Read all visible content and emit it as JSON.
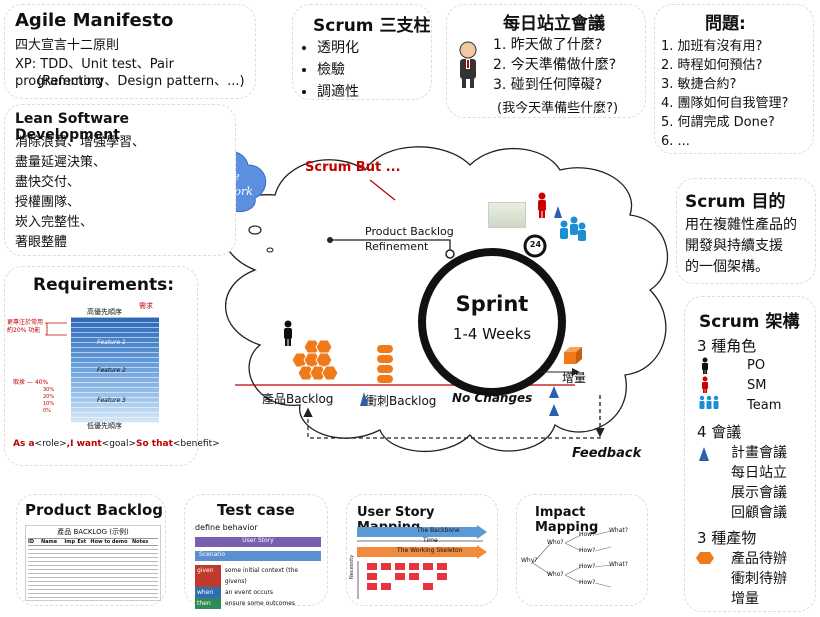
{
  "agile": {
    "title": "Agile Manifesto",
    "line1": "四大宣言十二原則",
    "line2": "XP: TDD、Unit test、Pair programming",
    "line3": "(Refectory、Design pattern、...)"
  },
  "pillars": {
    "title": "Scrum 三支柱",
    "items": [
      "透明化",
      "檢驗",
      "調適性"
    ]
  },
  "standup": {
    "title": "每日站立會議",
    "items": [
      "1. 昨天做了什麼?",
      "2. 今天準備做什麼?",
      "3. 碰到任何障礙?"
    ],
    "note": "(我今天準備些什麼?)"
  },
  "questions": {
    "title": "問題:",
    "items": [
      "1. 加班有沒有用?",
      "2. 時程如何預估?",
      "3. 敏捷合約?",
      "4. 團隊如何自我管理?",
      "5. 何謂完成 Done?",
      "6. ..."
    ]
  },
  "lean": {
    "title": "Lean Software Development",
    "items": [
      "消除浪費、增強學習、",
      "盡量延遲決策、",
      "盡快交付、",
      "授權團隊、",
      "崁入完整性、",
      "著眼整體"
    ]
  },
  "enterprise": {
    "line1": "Enterprise",
    "line2": "Social Network"
  },
  "requirements": {
    "title": "Requirements:",
    "chart_top": "高優先順序",
    "chart_bottom": "低優先順序",
    "demand": "需求",
    "note1": "更專注於常用",
    "note2": "約20% 功能",
    "note3": "取捨 — 40%",
    "pct": [
      "30%",
      "20%",
      "10%",
      "0%"
    ],
    "features": [
      "Feature 1",
      "Feature 2",
      "Feature 3"
    ],
    "story": {
      "as": "As a",
      "role": "<role>",
      "want": ",I want",
      "goal": "<goal>",
      "so": "So that",
      "benefit": "<benefit>"
    }
  },
  "center": {
    "scrum_but": "Scrum But ...",
    "refinement1": "Product Backlog",
    "refinement2": "Refinement",
    "sprint": "Sprint",
    "weeks": "1-4 Weeks",
    "clock": "24",
    "product_backlog": "產品Backlog",
    "sprint_backlog": "衝刺Backlog",
    "no_changes": "No Changes",
    "increment": "增量",
    "feedback": "Feedback"
  },
  "purpose": {
    "title": "Scrum 目的",
    "lines": [
      "用在複雜性產品的",
      "開發與持續支援",
      "的一個架構。"
    ]
  },
  "structure": {
    "title": "Scrum 架構",
    "roles_title": "3 種角色",
    "roles": [
      "PO",
      "SM",
      "Team"
    ],
    "events_title": "4 會議",
    "events": [
      "計畫會議",
      "每日站立",
      "展示會議",
      "回顧會議"
    ],
    "artifacts_title": "3 種產物",
    "artifacts": [
      "產品待辦",
      "衝刺待辦",
      "增量"
    ]
  },
  "bottom": {
    "pb_title": "Product Backlog",
    "pb_caption": "產品 BACKLOG (示例)",
    "pb_headers": [
      "ID",
      "Name",
      "Imp",
      "Est",
      "How to demo",
      "Notes"
    ],
    "tc_title": "Test case",
    "tc_subtitle": "define behavior",
    "tc_userstory": "User Story",
    "tc_scenario": "Scenario",
    "tc_rows": [
      {
        "key": "given",
        "text": "some initial context (the givens)"
      },
      {
        "key": "when",
        "text": "an event occurs"
      },
      {
        "key": "then",
        "text": "ensure some outcomes"
      }
    ],
    "usm_title": "User Story Mapping",
    "usm_backbone": "The Backbone",
    "usm_time": "Time",
    "usm_skeleton": "The Working Skeleton",
    "usm_necessity": "Necessity",
    "im_title": "Impact Mapping",
    "im_why": "Why?",
    "im_who": "Who?",
    "im_how": "How?",
    "im_what": "What?"
  },
  "colors": {
    "hex_orange": "#f07a1a",
    "role_red": "#d00000",
    "team_blue": "#1a8fd6",
    "scrum_but_red": "#c00000"
  }
}
